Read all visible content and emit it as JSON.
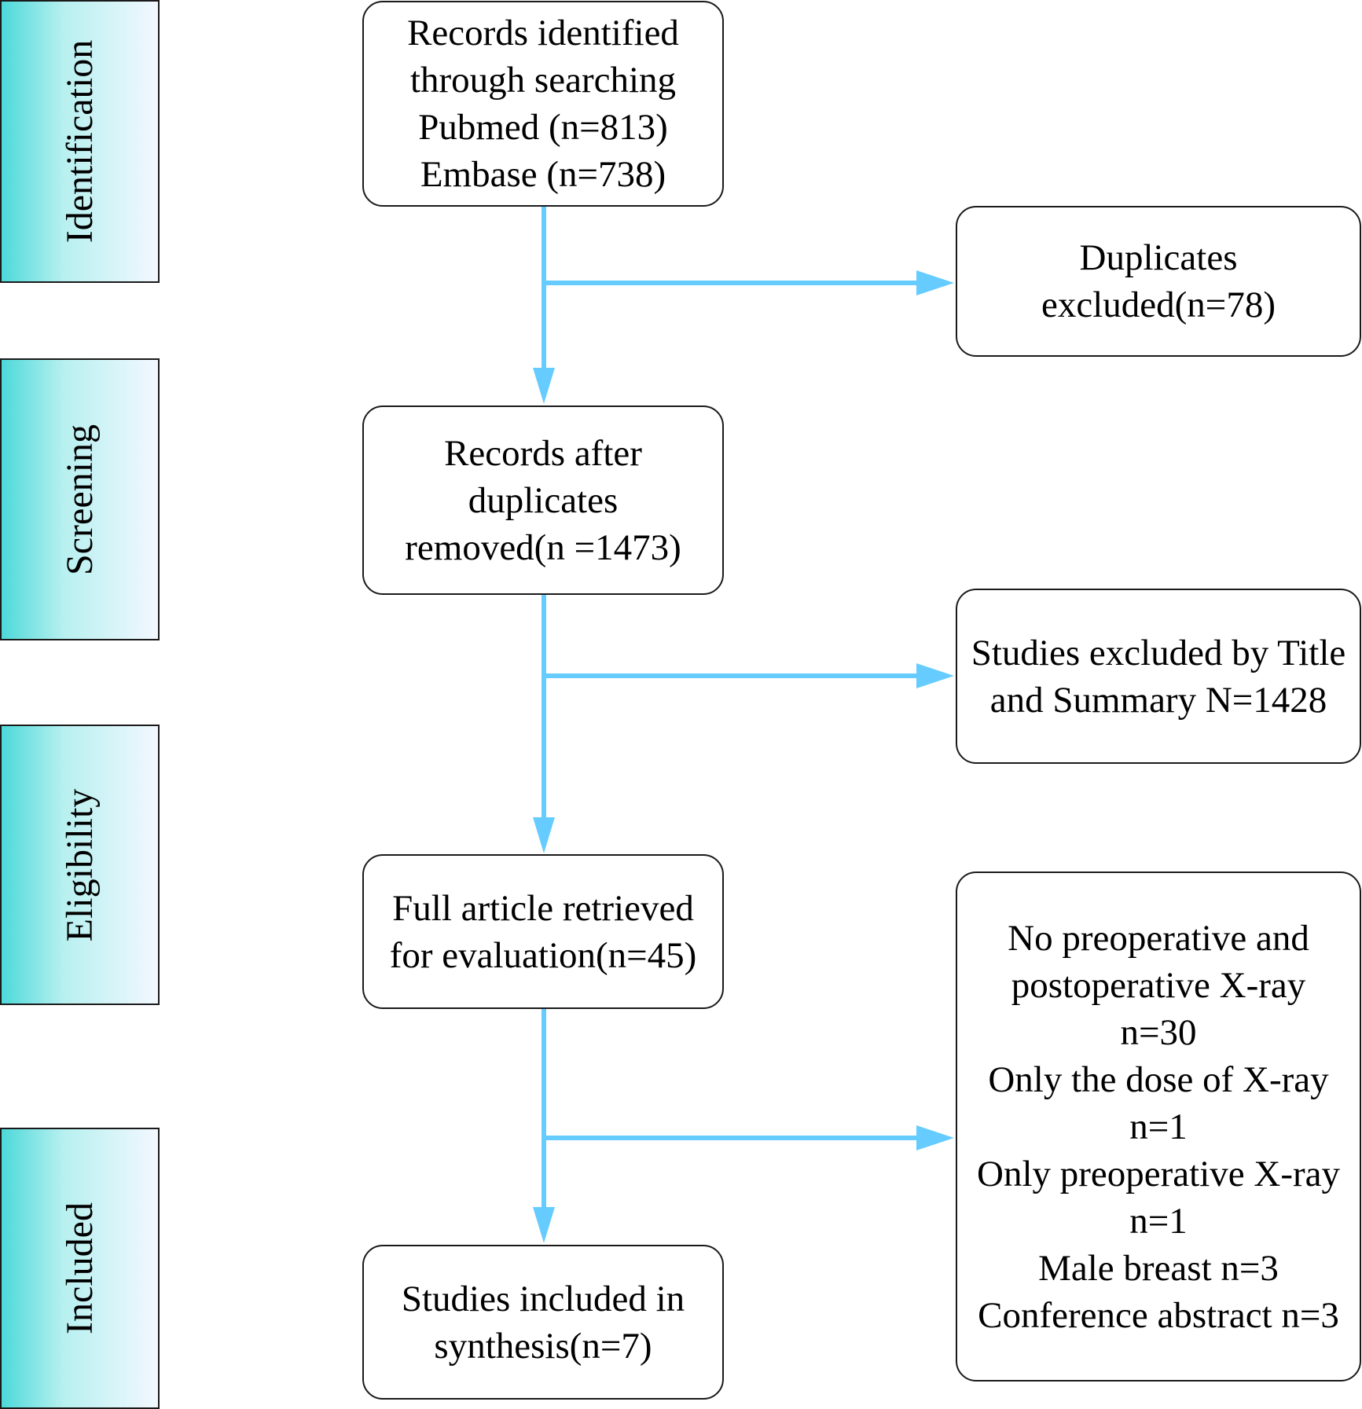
{
  "stages": {
    "identification": "Identification",
    "screening": "Screening",
    "eligibility": "Eligibility",
    "included": "Included"
  },
  "boxes": {
    "records_identified": [
      "Records identified",
      "through searching",
      "Pubmed (n=813)",
      "Embase (n=738)"
    ],
    "duplicates_excluded": [
      "Duplicates",
      "excluded(n=78)"
    ],
    "records_after_duplicates": [
      "Records after",
      "duplicates",
      "removed(n =1473)"
    ],
    "studies_excluded_title": [
      "Studies excluded by Title",
      "and Summary N=1428"
    ],
    "full_article": [
      "Full article retrieved",
      "for evaluation(n=45)"
    ],
    "exclusion_reasons": [
      "No preoperative and",
      "postoperative X-ray",
      "n=30",
      "Only the dose of X-ray",
      "n=1",
      "Only preoperative X-ray",
      "n=1",
      "Male breast n=3",
      "Conference abstract n=3"
    ],
    "studies_included": [
      "Studies included in",
      "synthesis(n=7)"
    ]
  },
  "colors": {
    "arrow": "#66ccff",
    "border": "#1a1a1a",
    "stage_gradient_start": "#4dd9d9",
    "stage_gradient_end": "#f2f8ff"
  }
}
